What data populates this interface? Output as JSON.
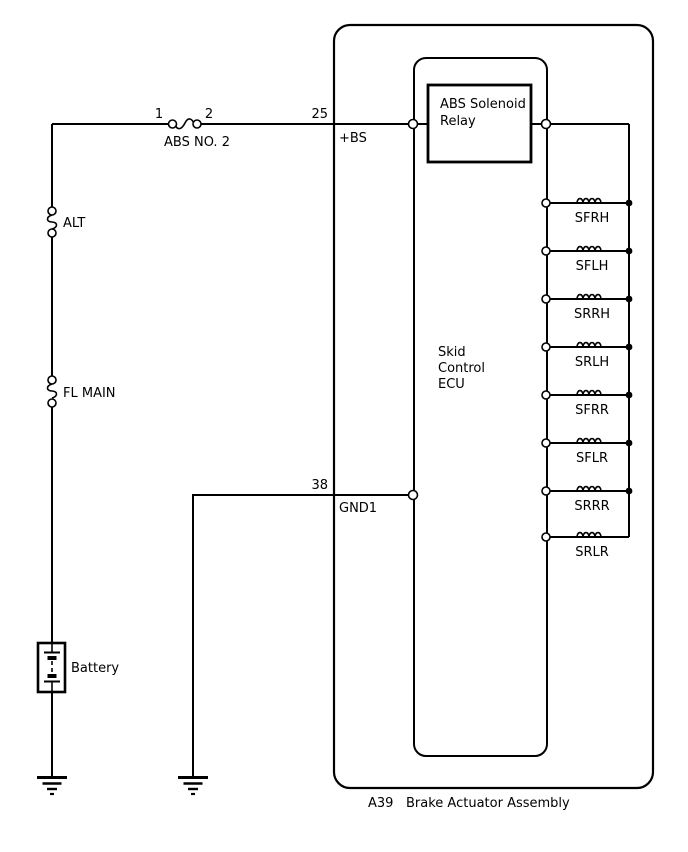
{
  "diagram": {
    "assembly": {
      "ref": "A39",
      "name": "Brake Actuator Assembly"
    },
    "ecu": {
      "lines": [
        "Skid",
        "Control",
        "ECU"
      ]
    },
    "relay": {
      "lines": [
        "ABS Solenoid",
        "Relay"
      ]
    },
    "power_feed": {
      "fuse": {
        "label": "ABS NO. 2",
        "pin_in": "1",
        "pin_out": "2"
      },
      "fusible_link_alt": {
        "label": "ALT"
      },
      "fusible_link_fl_main": {
        "label": "FL MAIN"
      },
      "battery": {
        "label": "Battery"
      }
    },
    "terminals": {
      "bs": {
        "pin": "25",
        "label": "+BS"
      },
      "gnd1": {
        "pin": "38",
        "label": "GND1"
      }
    },
    "solenoids": [
      {
        "label": "SFRH"
      },
      {
        "label": "SFLH"
      },
      {
        "label": "SRRH"
      },
      {
        "label": "SRLH"
      },
      {
        "label": "SFRR"
      },
      {
        "label": "SFLR"
      },
      {
        "label": "SRRR"
      },
      {
        "label": "SRLR"
      }
    ],
    "colors": {
      "line": "#000000",
      "background": "#ffffff"
    }
  }
}
